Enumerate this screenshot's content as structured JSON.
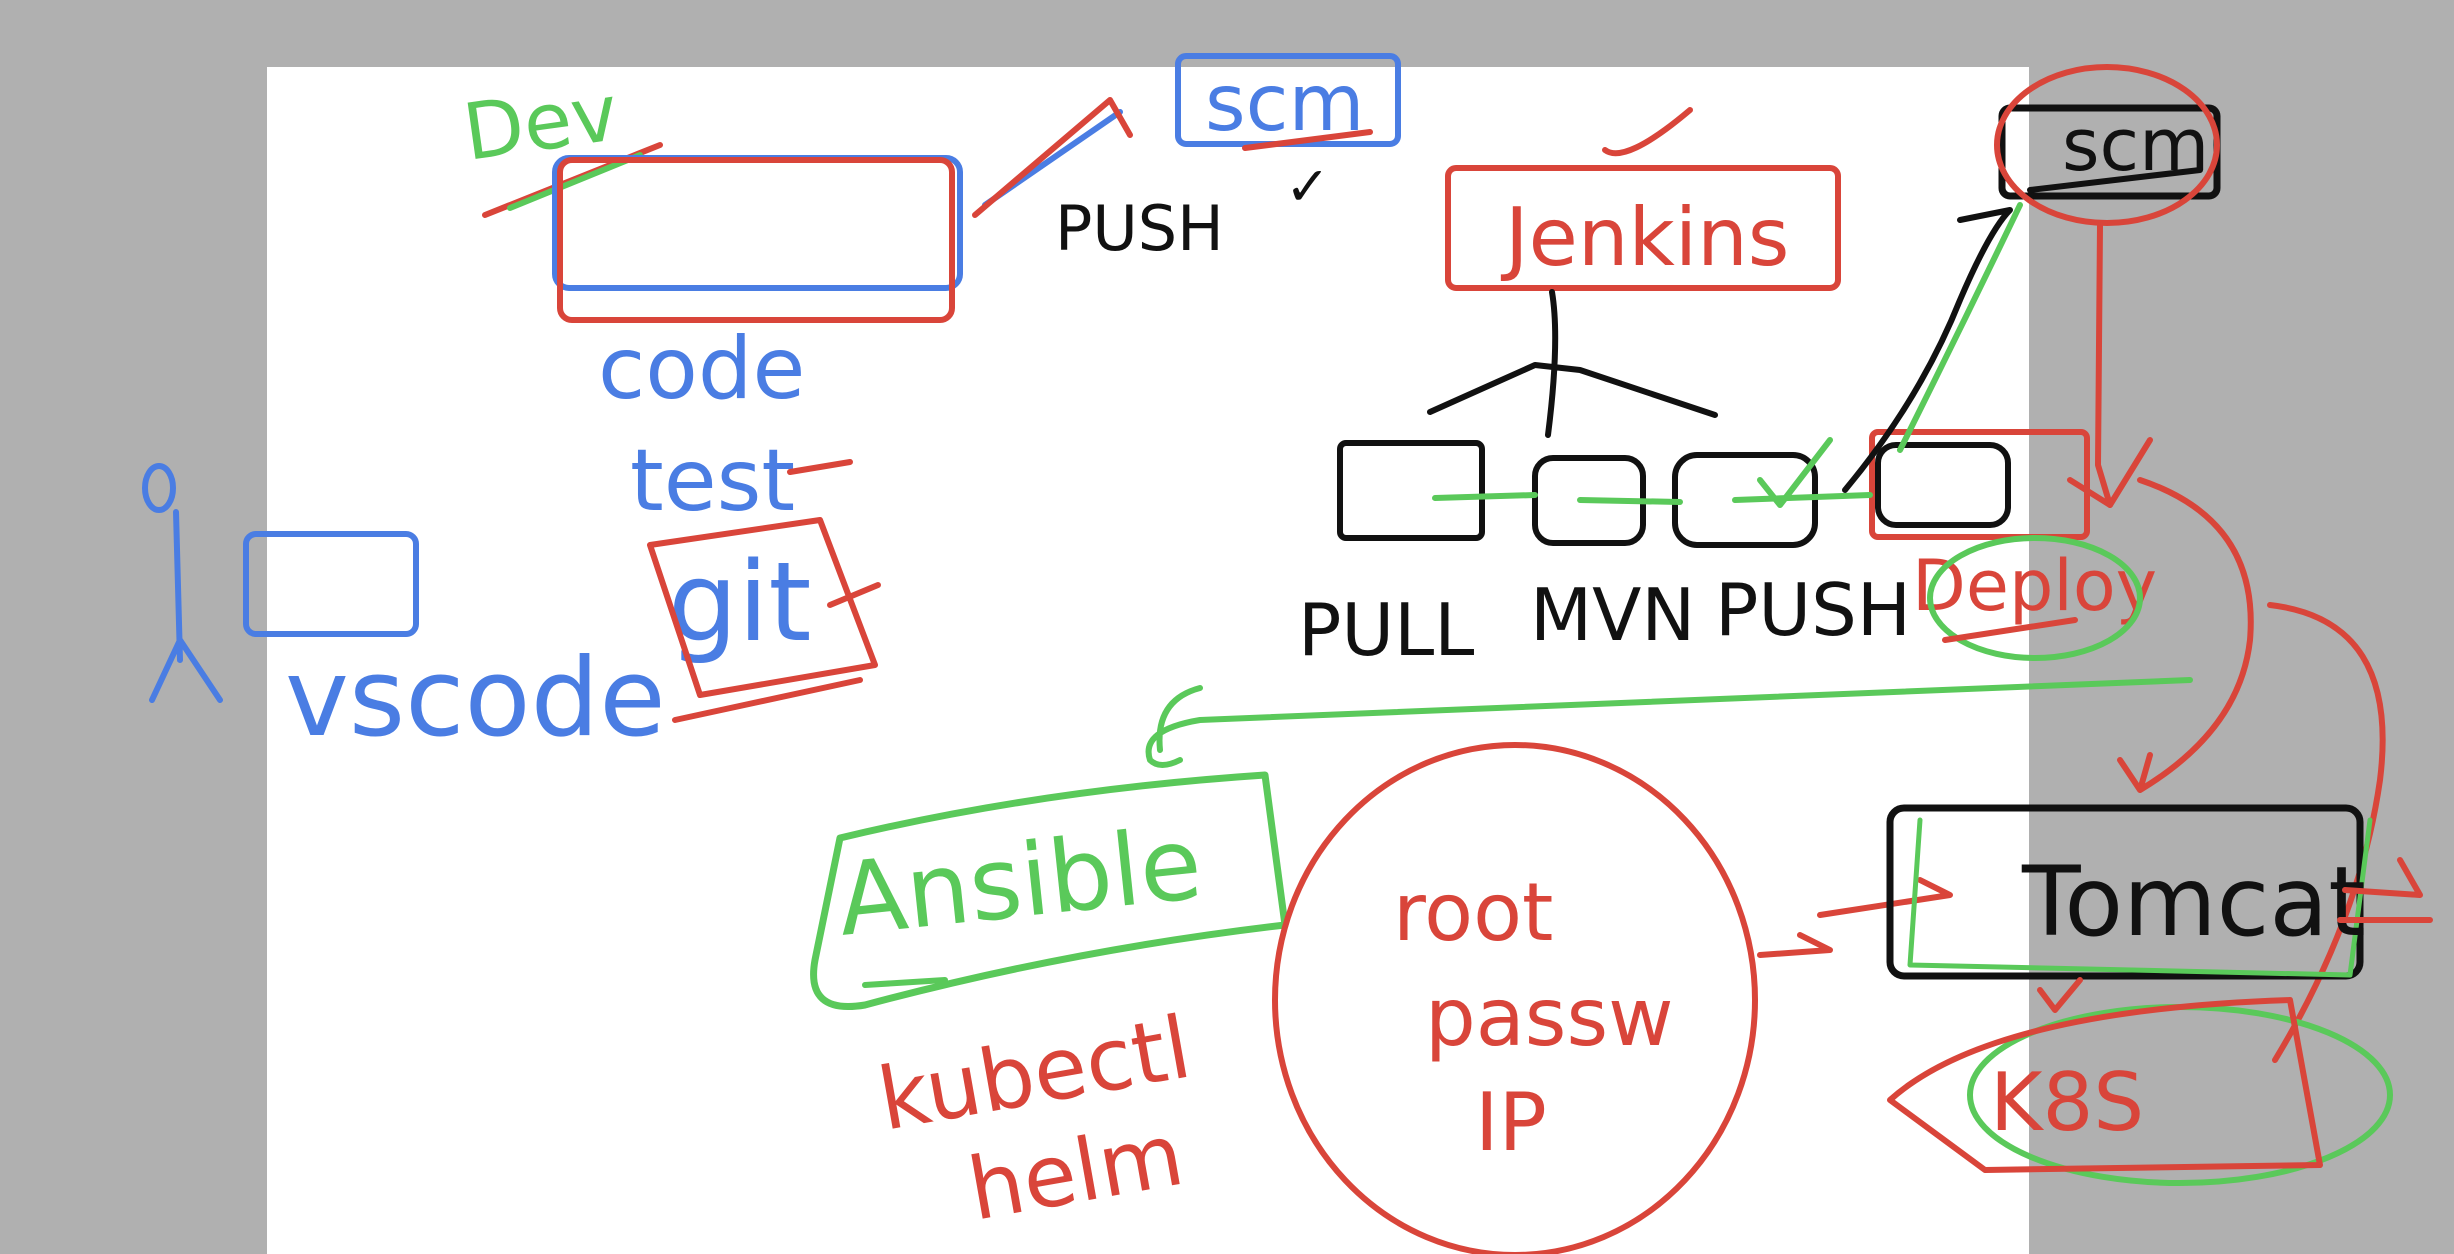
{
  "colors": {
    "background": "#b0b0b0",
    "page": "#ffffff",
    "red": "#d9453a",
    "blue": "#4a7de3",
    "green": "#5ac95a",
    "black": "#111111"
  },
  "labels": {
    "dev": "Dev",
    "push_top": "PUSH",
    "push_check": "✓",
    "scm_top": "scm",
    "code": "code",
    "test": "test",
    "git": "git",
    "vscode": "vscode",
    "jenkins": "Jenkins",
    "scm_right": "scm",
    "pull": "PULL",
    "mvn": "MVN",
    "push_stage": "PUSH",
    "deploy": "Deploy",
    "ansible": "Ansible",
    "kubectl": "kubectl",
    "helm": "helm",
    "root": "root",
    "passwd": "passw",
    "ip": "IP",
    "tomcat": "Tomcat",
    "k8s": "K8S"
  }
}
